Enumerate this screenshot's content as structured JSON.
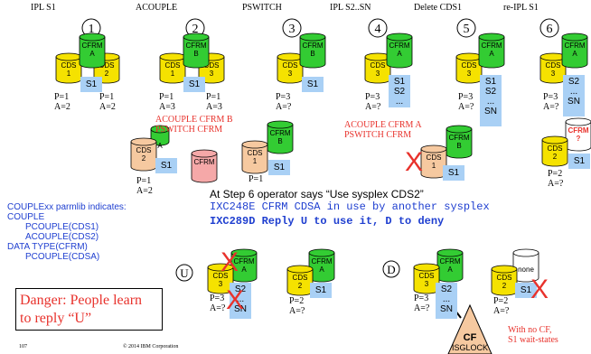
{
  "steps": [
    {
      "label": "IPL S1",
      "number": "1"
    },
    {
      "label": "ACOUPLE",
      "number": "2"
    },
    {
      "label": "PSWITCH",
      "number": "3"
    },
    {
      "label": "IPL S2..SN",
      "number": "4"
    },
    {
      "label": "Delete CDS1",
      "number": "5"
    },
    {
      "label": "re-IPL S1",
      "number": "6"
    }
  ],
  "step1": {
    "cfrm": [
      "CFRM",
      "A"
    ],
    "cds_left": [
      "CDS",
      "1"
    ],
    "cds_right": [
      "CDS",
      "2"
    ],
    "sys": "S1",
    "pa_left": [
      "P=1",
      "A=2"
    ],
    "pa_right": [
      "P=1",
      "A=2"
    ]
  },
  "step2": {
    "cfrm": [
      "CFRM",
      "B"
    ],
    "cds_left": [
      "CDS",
      "1"
    ],
    "cds_right": [
      "CDS",
      "3"
    ],
    "sys": "S1",
    "pa_left": [
      "P=1",
      "A=3"
    ],
    "pa_right": [
      "P=1",
      "A=3"
    ],
    "note": [
      "ACOUPLE CFRM B",
      "PSWITCH CFRM"
    ],
    "sub_cds": [
      "CDS",
      "2"
    ],
    "sub_cfrm_top": "A",
    "sub_sys": "S1",
    "sub_pa": [
      "P=1",
      "A=2"
    ],
    "sub_cfrm": "CFRM"
  },
  "step3": {
    "cfrm": [
      "CFRM",
      "B"
    ],
    "cds": [
      "CDS",
      "3"
    ],
    "sys": "S1",
    "pa": [
      "P=3",
      "A=?"
    ],
    "sub_cfrm": [
      "CFRM",
      "B"
    ],
    "sub_cds": [
      "CDS",
      "1"
    ],
    "sub_sys": "S1",
    "sub_pa": [
      "P=1"
    ]
  },
  "step4": {
    "cfrm": [
      "CFRM",
      "A"
    ],
    "cds": [
      "CDS",
      "3"
    ],
    "sys": [
      "S1",
      "S2",
      "..."
    ],
    "pa": [
      "P=3",
      "A=?"
    ],
    "note": [
      "ACOUPLE CFRM A",
      "PSWITCH CFRM"
    ],
    "sub_cfrm": [
      "CFRM",
      "B"
    ],
    "sub_cds": [
      "CDS",
      "1"
    ],
    "sub_sys": "S1",
    "sub_x": "X"
  },
  "step5": {
    "cfrm": [
      "CFRM",
      "A"
    ],
    "cds": [
      "CDS",
      "3"
    ],
    "sys": [
      "S1",
      "S2",
      "...",
      "SN"
    ],
    "pa": [
      "P=3",
      "A=?"
    ]
  },
  "step6": {
    "cfrm": [
      "CFRM",
      "A"
    ],
    "cds": [
      "CDS",
      "3"
    ],
    "sys": [
      "S2",
      "...",
      "SN"
    ],
    "pa": [
      "P=3",
      "A=?"
    ],
    "sub_cfrm": [
      "CFRM",
      "?"
    ],
    "sub_cds": [
      "CDS",
      "2"
    ],
    "sub_sys": "S1",
    "sub_pa": [
      "P=2",
      "A=?"
    ]
  },
  "message": {
    "operator": "At Step 6 operator says “Use sysplex CDS2”",
    "ixc248e": "IXC248E CFRM CDSA in use by another sysplex",
    "ixc289d": "IXC289D Reply U to use it, D to deny"
  },
  "parmlib": [
    "COUPLExx parmlib indicates:",
    "COUPLE",
    "PCOUPLE(CDS1)",
    "ACOUPLE(CDS2)",
    "DATA TYPE(CFRM)",
    "PCOUPLE(CDSA)"
  ],
  "optionU": {
    "letter": "U",
    "cfrm": [
      "CFRM",
      "A"
    ],
    "cds_left": [
      "CDS",
      "3"
    ],
    "sys_left": [
      "S2",
      "...",
      "SN"
    ],
    "pa_left": [
      "P=3",
      "A=?"
    ],
    "cfrm_right": [
      "CFRM",
      "A"
    ],
    "cds_right": [
      "CDS",
      "2"
    ],
    "sys_right": "S1",
    "pa_right": [
      "P=2",
      "A=?"
    ],
    "x": "X"
  },
  "optionD": {
    "letter": "D",
    "cfrm": [
      "CFRM",
      "A"
    ],
    "cds_left": [
      "CDS",
      "3"
    ],
    "sys_left": [
      "S2",
      "...",
      "SN"
    ],
    "pa_left": [
      "P=3",
      "A=?"
    ],
    "none": "none",
    "cds_right": [
      "CDS",
      "2"
    ],
    "sys_right": "S1",
    "pa_right": [
      "P=2",
      "A=?"
    ],
    "x": "X",
    "cf": [
      "CF",
      "ISGLOCK"
    ],
    "note": [
      "With no CF,",
      "S1 wait-states"
    ]
  },
  "danger": [
    "Danger: People learn",
    "to reply “U”"
  ],
  "footer": {
    "page": "107",
    "copyright": "© 2014 IBM Corporation"
  },
  "colors": {
    "yellow": "#f5e200",
    "green": "#33cc33",
    "salmon": "#f6c9a0",
    "pink": "#f5a8a8",
    "blue_box": "#a9d0f5",
    "red": "#e8322c",
    "blue_text": "#1f3fd0"
  }
}
